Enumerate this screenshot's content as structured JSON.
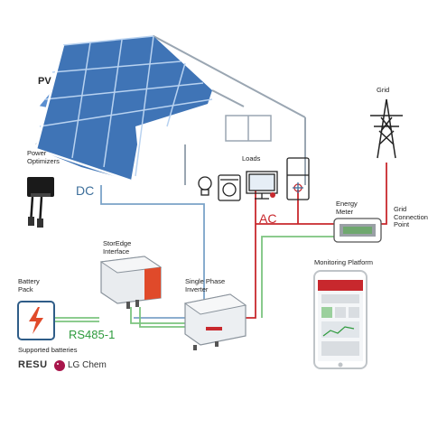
{
  "labels": {
    "pv": "PV",
    "power_optimizers": "Power\nOptimizers",
    "dc": "DC",
    "loads": "Loads",
    "ac": "AC",
    "grid": "Grid",
    "energy_meter": "Energy\nMeter",
    "grid_connection_point": "Grid\nConnection\nPoint",
    "storedge_interface": "StorEdge\nInterface",
    "battery_pack": "Battery\nPack",
    "single_phase_inverter": "Single Phase\nInverter",
    "monitoring_platform": "Monitoring Platform",
    "rs485": "RS485-1",
    "supported_batteries": "Supported batteries",
    "resu": "RESU",
    "lg_chem": "LG Chem"
  },
  "colors": {
    "dc_line": "#7ba3c8",
    "ac_line": "#c8282d",
    "comm_line": "#7cc47f",
    "panel": "#4a7fc1",
    "house_outline": "#9aa6b2",
    "battery_accent": "#e04a2a"
  }
}
